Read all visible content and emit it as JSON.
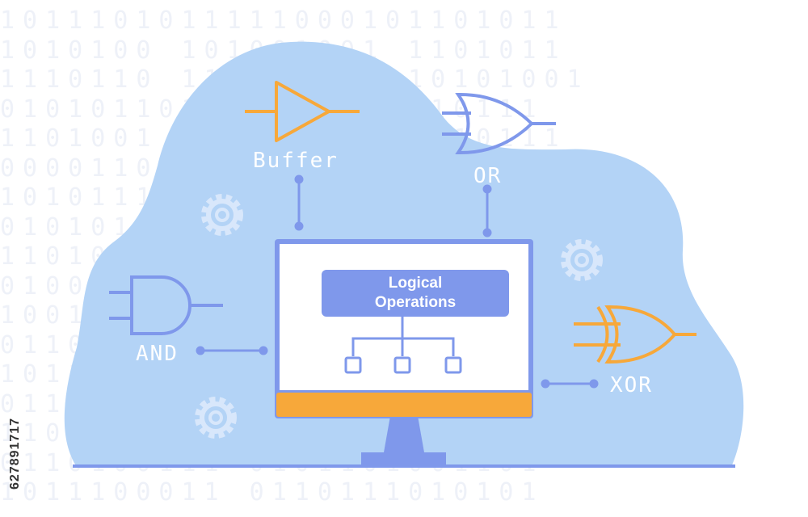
{
  "background_binary": [
    "1011101011111000101101011",
    "1010100 101001001 1101011",
    "1110110 1110001 1110101001",
    "0101011010 1011110110111",
    "1101001 1000100 110010111",
    "00001101010 10010000111",
    "1010111101 1101101001111",
    "0101011001 0010110 110101",
    "1101011011 1101001011110",
    "0100011011 1111101110100",
    "1001001100 0011110110101",
    "0110101110 1001011010111",
    "1011100 110100100 1101001",
    "0110101100 1101011010100",
    "1101101001 1010001101011",
    "0110100111 0101101001101",
    "1011100011 0110111010101"
  ],
  "gates": {
    "buffer": "Buffer",
    "or": "OR",
    "and": "AND",
    "xor": "XOR"
  },
  "screen_title": "Logical\nOperations",
  "stock_id": "627891717",
  "colors": {
    "cloud": "#b3d3f6",
    "accent_blue": "#7f98eb",
    "orange": "#f7a83a",
    "white": "#ffffff"
  }
}
